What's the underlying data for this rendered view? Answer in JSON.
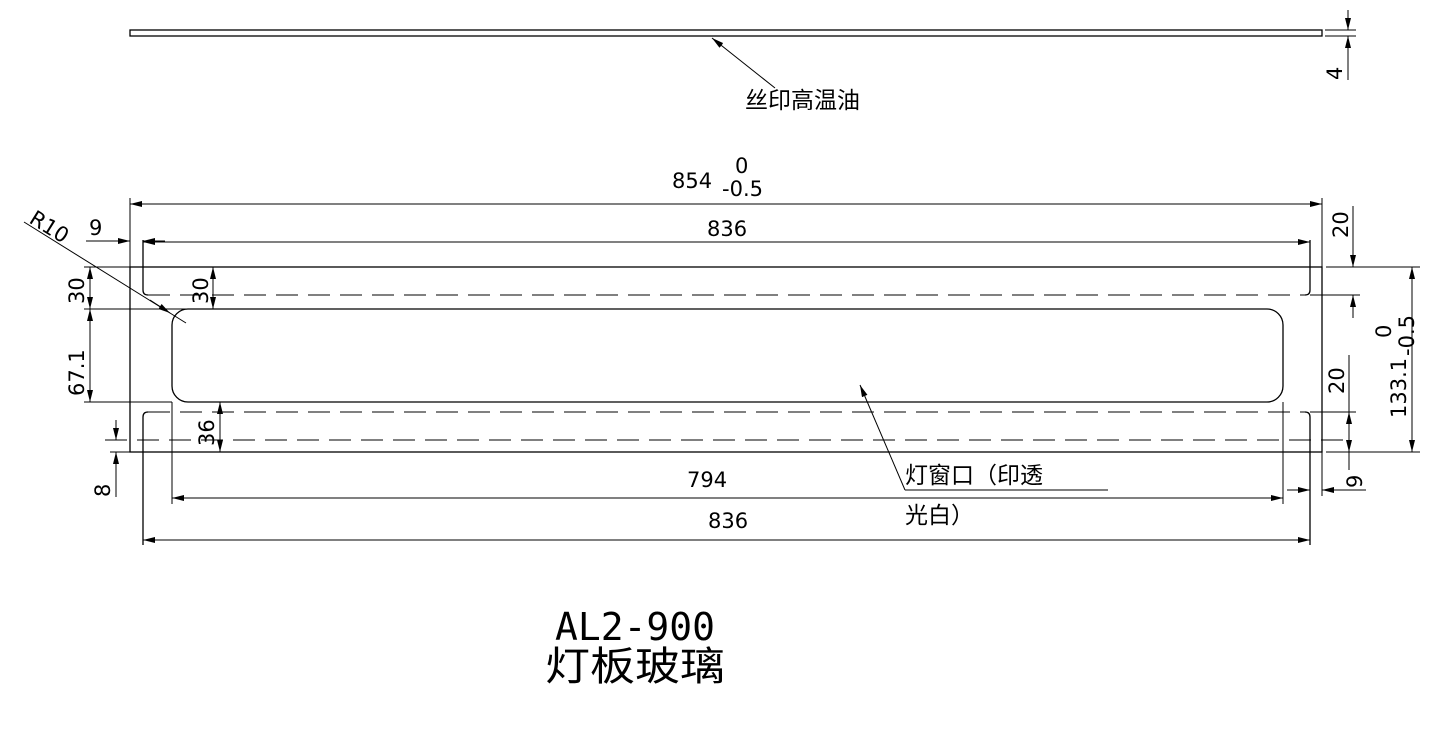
{
  "notes": {
    "print_note": "丝印高温油",
    "window_note_line1": "灯窗口（印透",
    "window_note_line2": "光白）"
  },
  "dimensions": {
    "thickness": "4",
    "overall_length": "854",
    "overall_length_tol_upper": "0",
    "overall_length_tol_lower": "-0.5",
    "inner_length_top": "836",
    "inner_length_bottom": "836",
    "window_length": "794",
    "left_offset": "9",
    "right_offset": "9",
    "radius": "R10",
    "top_band_left": "30",
    "top_band_inner": "30",
    "window_height": "67.1",
    "bottom_band": "36",
    "bottom_offset": "8",
    "right_top_band": "20",
    "right_bottom_band": "20",
    "overall_height": "133.1",
    "overall_height_tol_upper": "0",
    "overall_height_tol_lower": "-0.5"
  },
  "title": {
    "model": "AL2-900",
    "name": "灯板玻璃"
  }
}
